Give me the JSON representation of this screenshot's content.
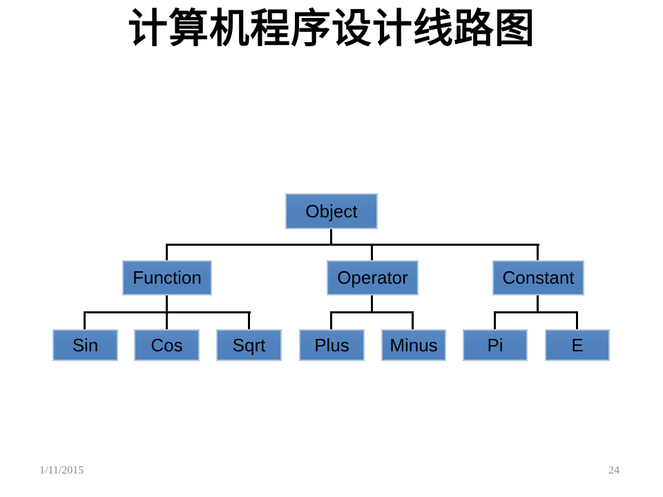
{
  "slide": {
    "title": "计算机程序设计线路图",
    "footer": {
      "date": "1/11/2015",
      "page_number": "24"
    }
  },
  "diagram": {
    "type": "tree",
    "root": "Object",
    "nodes": {
      "object": "Object",
      "function": "Function",
      "operator": "Operator",
      "constant": "Constant",
      "sin": "Sin",
      "cos": "Cos",
      "sqrt": "Sqrt",
      "plus": "Plus",
      "minus": "Minus",
      "pi": "Pi",
      "e": "E"
    },
    "edges": [
      [
        "Object",
        "Function"
      ],
      [
        "Object",
        "Operator"
      ],
      [
        "Object",
        "Constant"
      ],
      [
        "Function",
        "Sin"
      ],
      [
        "Function",
        "Cos"
      ],
      [
        "Function",
        "Sqrt"
      ],
      [
        "Operator",
        "Plus"
      ],
      [
        "Operator",
        "Minus"
      ],
      [
        "Constant",
        "Pi"
      ],
      [
        "Constant",
        "E"
      ]
    ]
  },
  "colors": {
    "box_fill": "#4F81BD",
    "box_fill_light": "#5A88C2",
    "box_border": "#AEC4DF",
    "connector": "#000000",
    "title_color": "#000000",
    "footer_text": "#8C8C8C",
    "background": "#FFFFFF"
  }
}
